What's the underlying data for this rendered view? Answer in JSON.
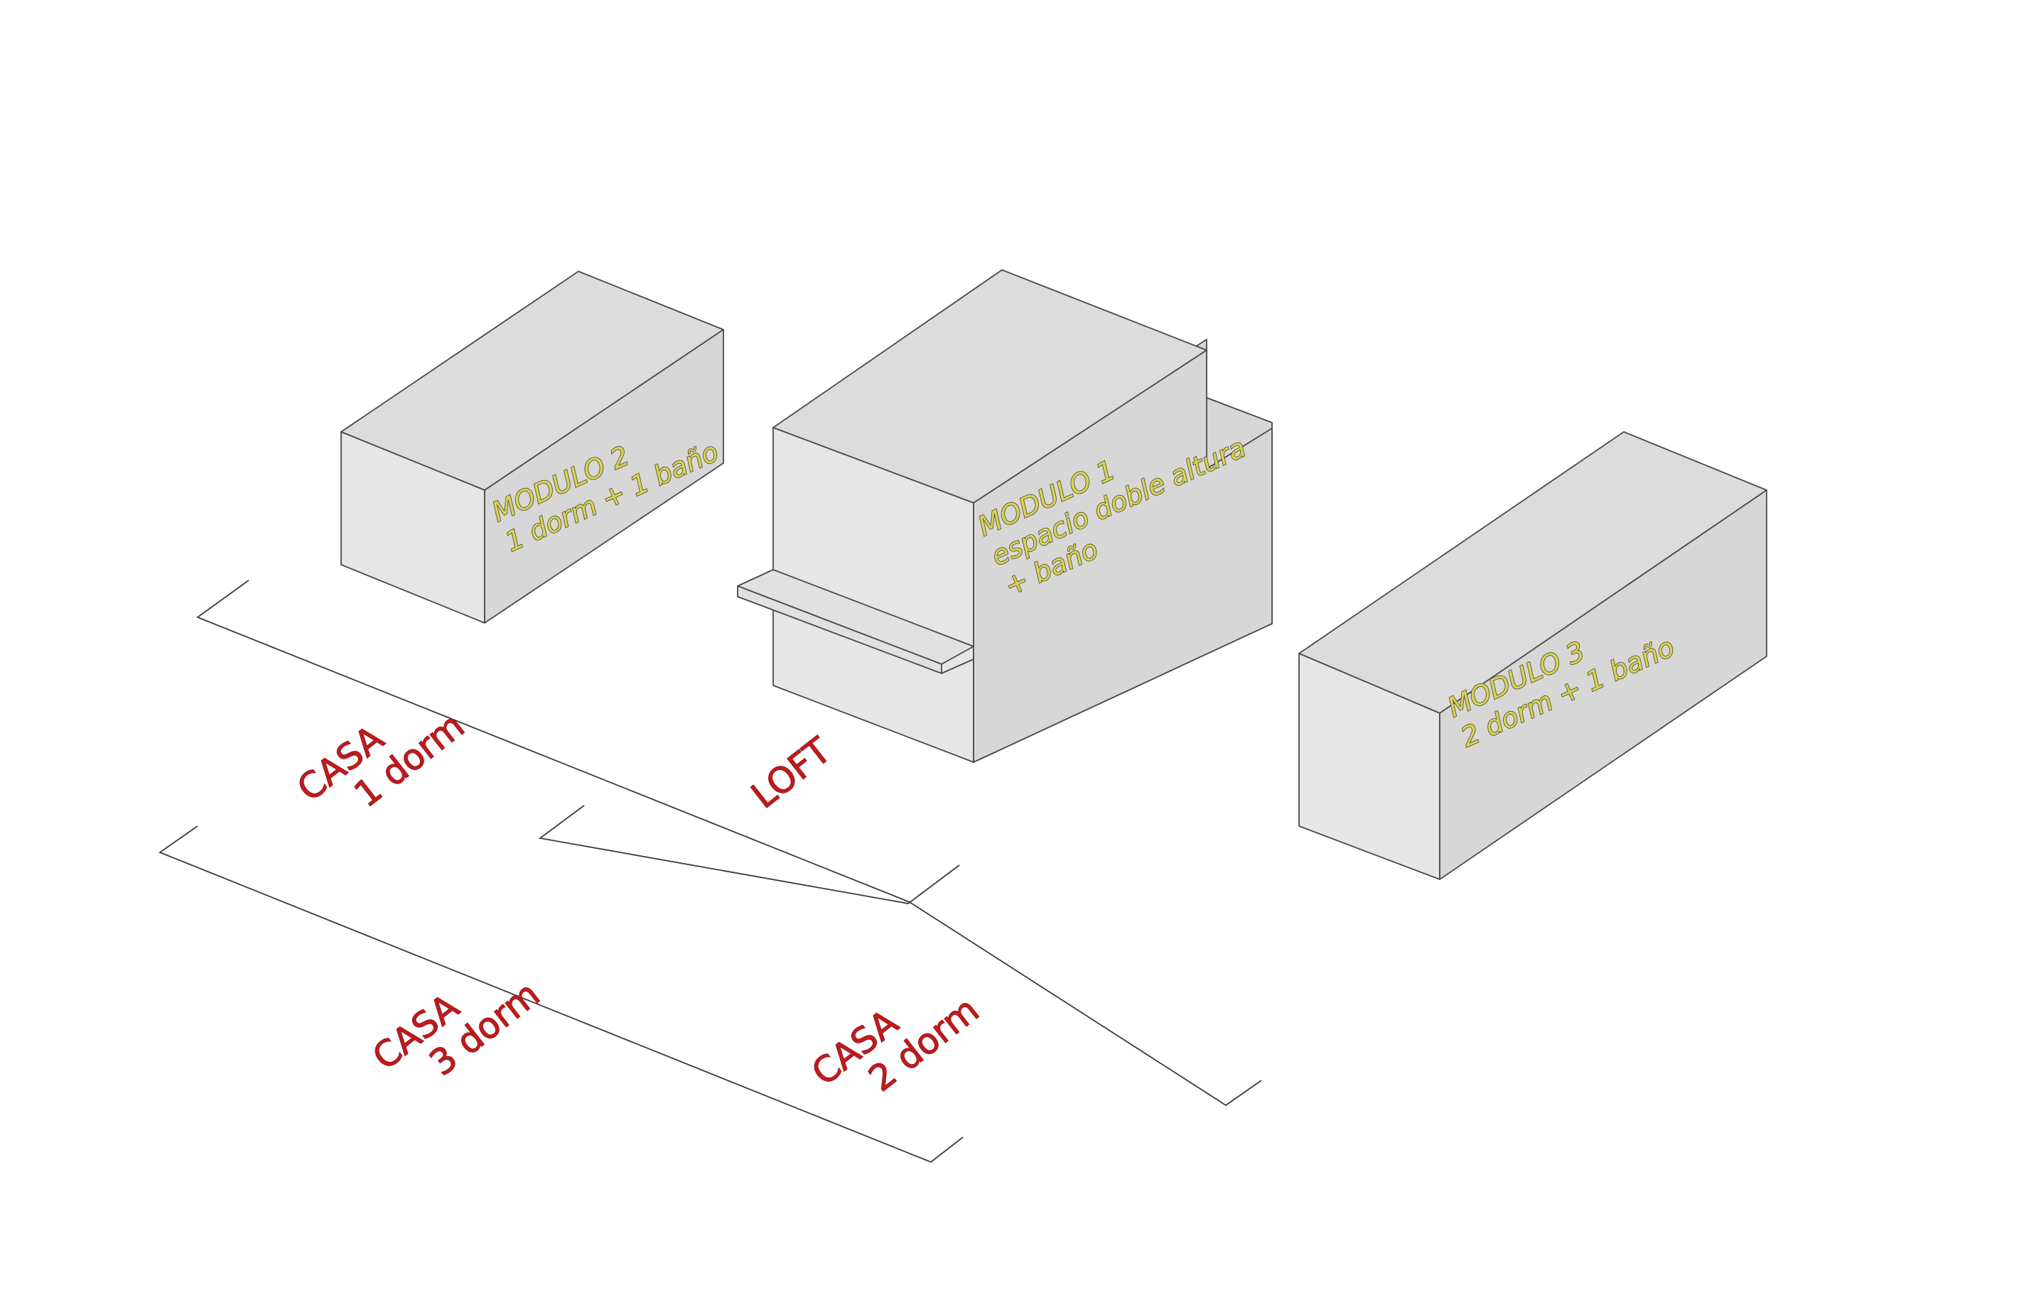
{
  "modules": [
    {
      "id": "modulo-2",
      "lines": [
        "MODULO 2",
        "1 dorm + 1 baño"
      ]
    },
    {
      "id": "modulo-1",
      "lines": [
        "MODULO 1",
        "espacio doble altura",
        "+ baño"
      ]
    },
    {
      "id": "modulo-3",
      "lines": [
        "MODULO 3",
        "2 dorm + 1 baño"
      ]
    }
  ],
  "types": [
    {
      "id": "casa-1-dorm",
      "lines": [
        "CASA",
        "1 dorm"
      ]
    },
    {
      "id": "loft",
      "lines": [
        "LOFT"
      ]
    },
    {
      "id": "casa-3-dorm",
      "lines": [
        "CASA",
        "3 dorm"
      ]
    },
    {
      "id": "casa-2-dorm",
      "lines": [
        "CASA",
        "2 dorm"
      ]
    }
  ],
  "colors": {
    "module_label_fill": "#d6d35a",
    "module_label_outline": "#4d4a1c",
    "type_label": "#c2191b",
    "block_top": "#dcdcdc",
    "block_front": "#e6e6e6",
    "block_edge": "#4a4a4a"
  }
}
